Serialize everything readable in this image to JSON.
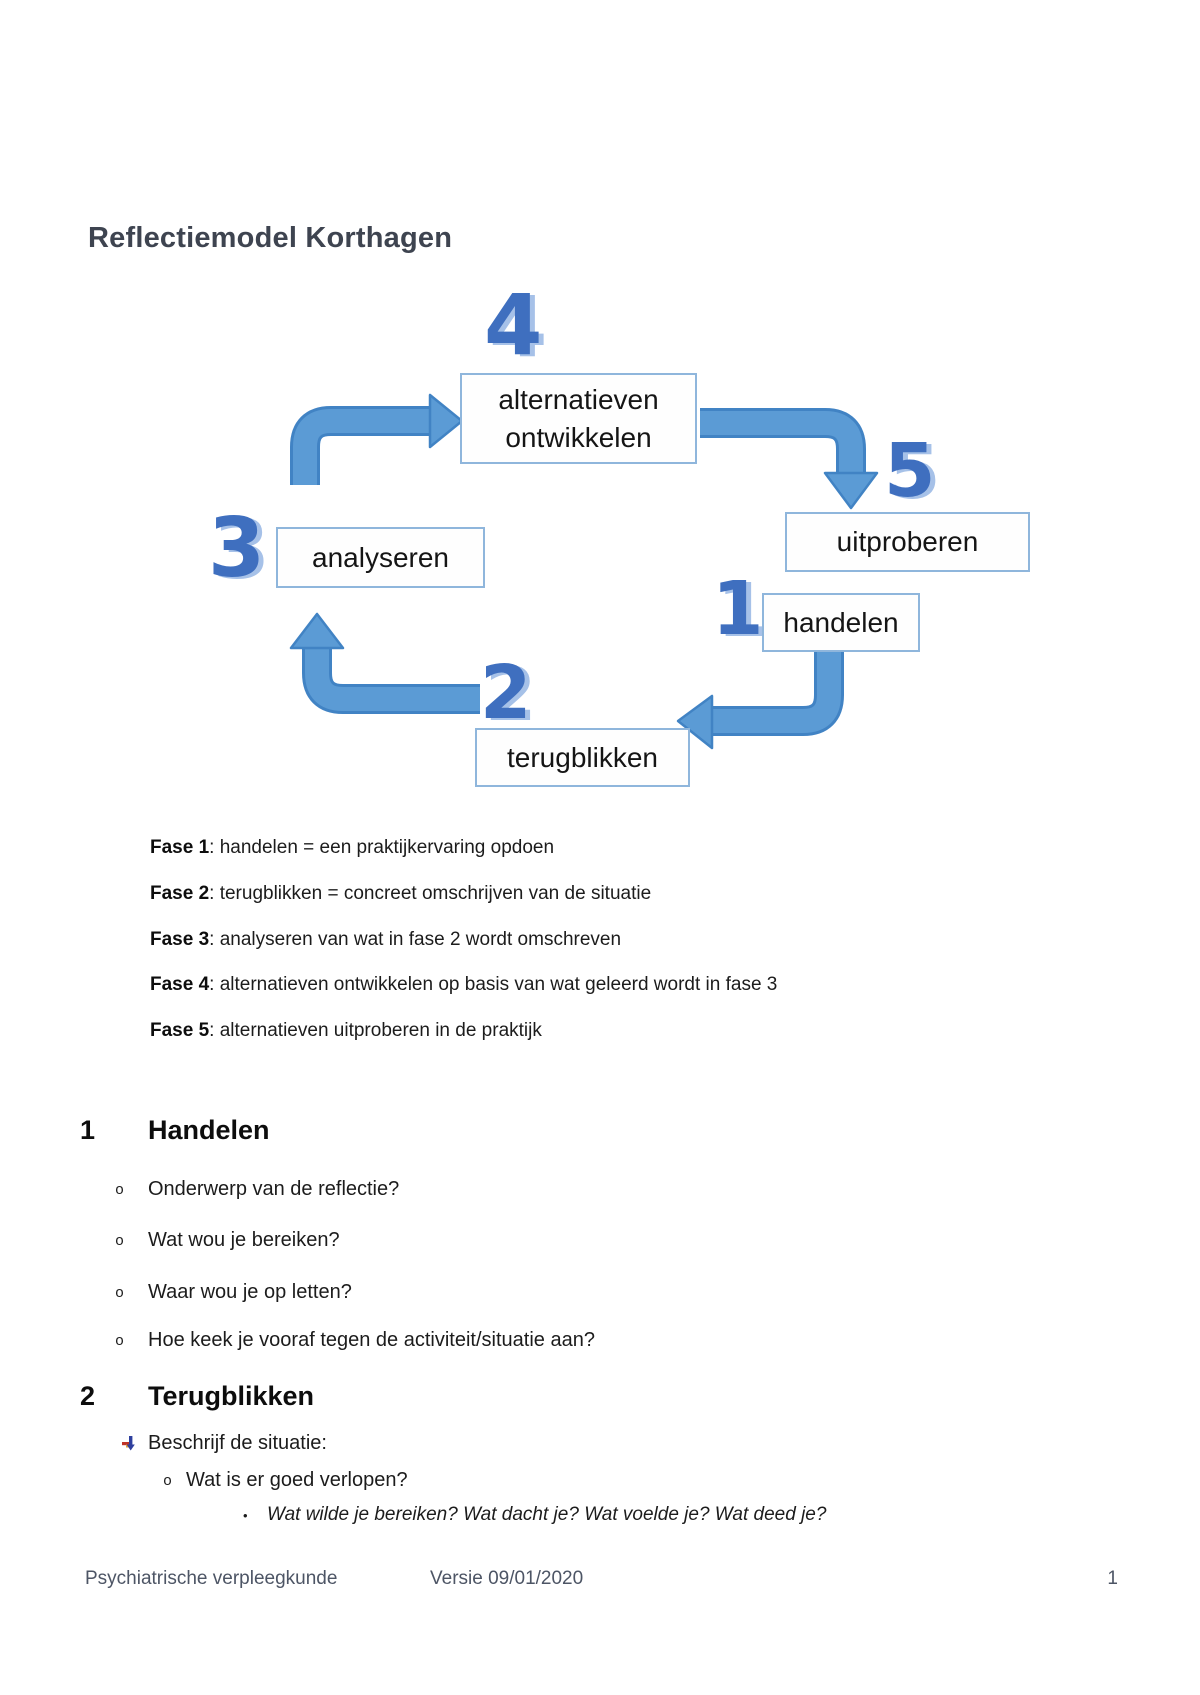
{
  "page": {
    "title": "Reflectiemodel Korthagen"
  },
  "diagram": {
    "numbers": {
      "n1": "1",
      "n2": "2",
      "n3": "3",
      "n4": "4",
      "n5": "5"
    },
    "boxes": {
      "handelen": "handelen",
      "terugblikken": "terugblikken",
      "analyseren": "analyseren",
      "alternatieven_line1": "alternatieven",
      "alternatieven_line2": "ontwikkelen",
      "uitproberen": "uitproberen"
    },
    "colors": {
      "number_blue": "#3f6fbf",
      "number_shadow": "#a6c1e8",
      "arrow_fill": "#5b9bd5",
      "arrow_edge": "#4183c4",
      "box_border": "#8fb6dc"
    }
  },
  "fases": [
    {
      "label": "Fase 1",
      "text": ": handelen = een praktijkervaring opdoen"
    },
    {
      "label": "Fase 2",
      "text": ": terugblikken = concreet omschrijven van de situatie"
    },
    {
      "label": "Fase 3",
      "text": ": analyseren van wat in fase 2 wordt omschreven"
    },
    {
      "label": "Fase 4",
      "text": ": alternatieven ontwikkelen op basis van wat geleerd wordt in fase 3"
    },
    {
      "label": "Fase 5",
      "text": ": alternatieven uitproberen in de praktijk"
    }
  ],
  "sections": [
    {
      "number": "1",
      "title": "Handelen",
      "bullets": [
        {
          "marker": "o",
          "text": "Onderwerp van de reflectie?"
        },
        {
          "marker": "o",
          "text": "Wat wou je bereiken?"
        },
        {
          "marker": "o",
          "text": "Waar wou je op letten?"
        },
        {
          "marker": "o",
          "text": "Hoe keek je vooraf tegen de activiteit/situatie aan?"
        }
      ]
    },
    {
      "number": "2",
      "title": "Terugblikken",
      "arrow_item": "Beschrijf de situatie:",
      "sub_bullet": {
        "marker": "o",
        "text": "Wat is er goed verlopen?"
      },
      "sub_sub_bullet": {
        "marker": "•",
        "text": "Wat wilde je bereiken? Wat dacht je? Wat voelde je? Wat deed je?"
      }
    }
  ],
  "footer": {
    "left": "Psychiatrische verpleegkunde",
    "center": "Versie 09/01/2020",
    "page_number": "1"
  }
}
